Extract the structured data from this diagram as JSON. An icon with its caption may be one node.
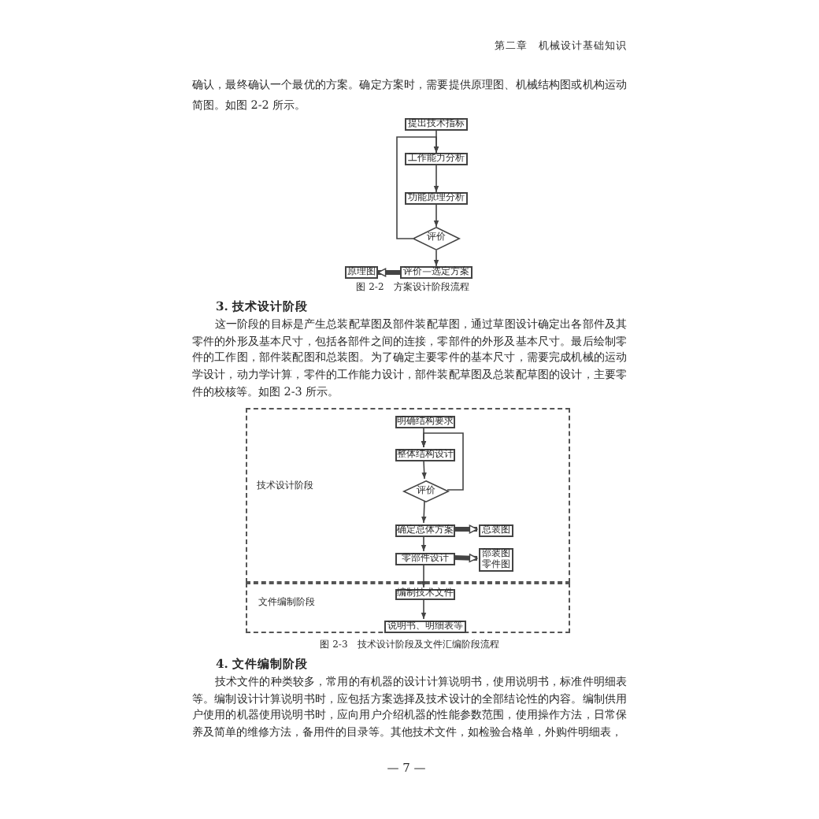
{
  "diagram": {
    "nodes": [
      {
        "text": [
          "提出技术指标"
        ]
      },
      {
        "text": [
          "工作能力分析"
        ]
      },
      {
        "text": [
          "功能原理分析"
        ]
      },
      {
        "text": [
          "评价"
        ]
      },
      {
        "text": [
          "评价—选定方案"
        ]
      },
      {
        "text": [
          "原理图"
        ]
      },
      {
        "text": [
          "技术设计阶段"
        ]
      },
      {
        "text": [
          "文件编制阶段"
        ]
      },
      {
        "text": [
          "明确结构要求"
        ],
        "in": 6
      },
      {
        "text": [
          "整体结构设计"
        ],
        "in": 6
      },
      {
        "text": [
          "评价"
        ],
        "in": 6
      },
      {
        "text": [
          "确定总体方案"
        ],
        "in": 6
      },
      {
        "text": [
          "总装图"
        ],
        "in": 6
      },
      {
        "text": [
          "零部件设计"
        ],
        "in": 6
      },
      {
        "text": [
          "部装图",
          "零件图"
        ],
        "in": 6
      },
      {
        "text": [
          "编制技术文件"
        ],
        "in": 7
      },
      {
        "text": [
          "说明书、明细表等"
        ],
        "in": 7
      }
    ],
    "edges": [
      {
        "from": 0,
        "to": 1,
        "arrow": "to"
      },
      {
        "from": 1,
        "to": 2,
        "arrow": "to"
      },
      {
        "from": 2,
        "to": 3,
        "arrow": "to"
      },
      {
        "from": 3,
        "to": 4,
        "arrow": "to"
      },
      {
        "from": 3,
        "to": 1,
        "arrow": "to"
      },
      {
        "from": 4,
        "to": 5,
        "arrow": "to",
        "style": "thick"
      },
      {
        "from": 8,
        "to": 9,
        "arrow": "to"
      },
      {
        "from": 9,
        "to": 10,
        "arrow": "to"
      },
      {
        "from": 10,
        "to": 9,
        "arrow": "to"
      },
      {
        "from": 10,
        "to": 11,
        "arrow": "to"
      },
      {
        "from": 11,
        "to": 12,
        "arrow": "to",
        "style": "thick"
      },
      {
        "from": 11,
        "to": 13,
        "arrow": "to"
      },
      {
        "from": 13,
        "to": 14,
        "arrow": "to",
        "style": "thick"
      },
      {
        "from": 13,
        "to": 15,
        "arrow": "to"
      },
      {
        "from": 15,
        "to": 16,
        "arrow": "to"
      }
    ],
    "labels": [
      "第二章　机械设计基础知识",
      "确认，最终确认一个最优的方案。确定方案时，需要提供原理图、机械结构图或机构运动简图。如图 2-2 所示。",
      "图 2-2　方案设计阶段流程",
      "3. 技术设计阶段",
      "这一阶段的目标是产生总装配草图及部件装配草图，通过草图设计确定出各部件及其零件的外形及基本尺寸，包括各部件之间的连接，零部件的外形及基本尺寸。最后绘制零件的工作图，部件装配图和总装图。为了确定主要零件的基本尺寸，需要完成机械的运动学设计，动力学计算，零件的工作能力设计，部件装配草图及总装配草图的设计，主要零件的校核等。如图 2-3 所示。",
      "图 2-3　技术设计阶段及文件汇编阶段流程",
      "4. 文件编制阶段",
      "技术文件的种类较多，常用的有机器的设计计算说明书，使用说明书，标准件明细表等。编制设计计算说明书时，应包括方案选择及技术设计的全部结论性的内容。编制供用户使用的机器使用说明书时，应向用户介绍机器的性能参数范围，使用操作方法，日常保养及简单的维修方法，备用件的目录等。其他技术文件，如检验合格单，外购件明细表，",
      "— 7 —"
    ]
  }
}
